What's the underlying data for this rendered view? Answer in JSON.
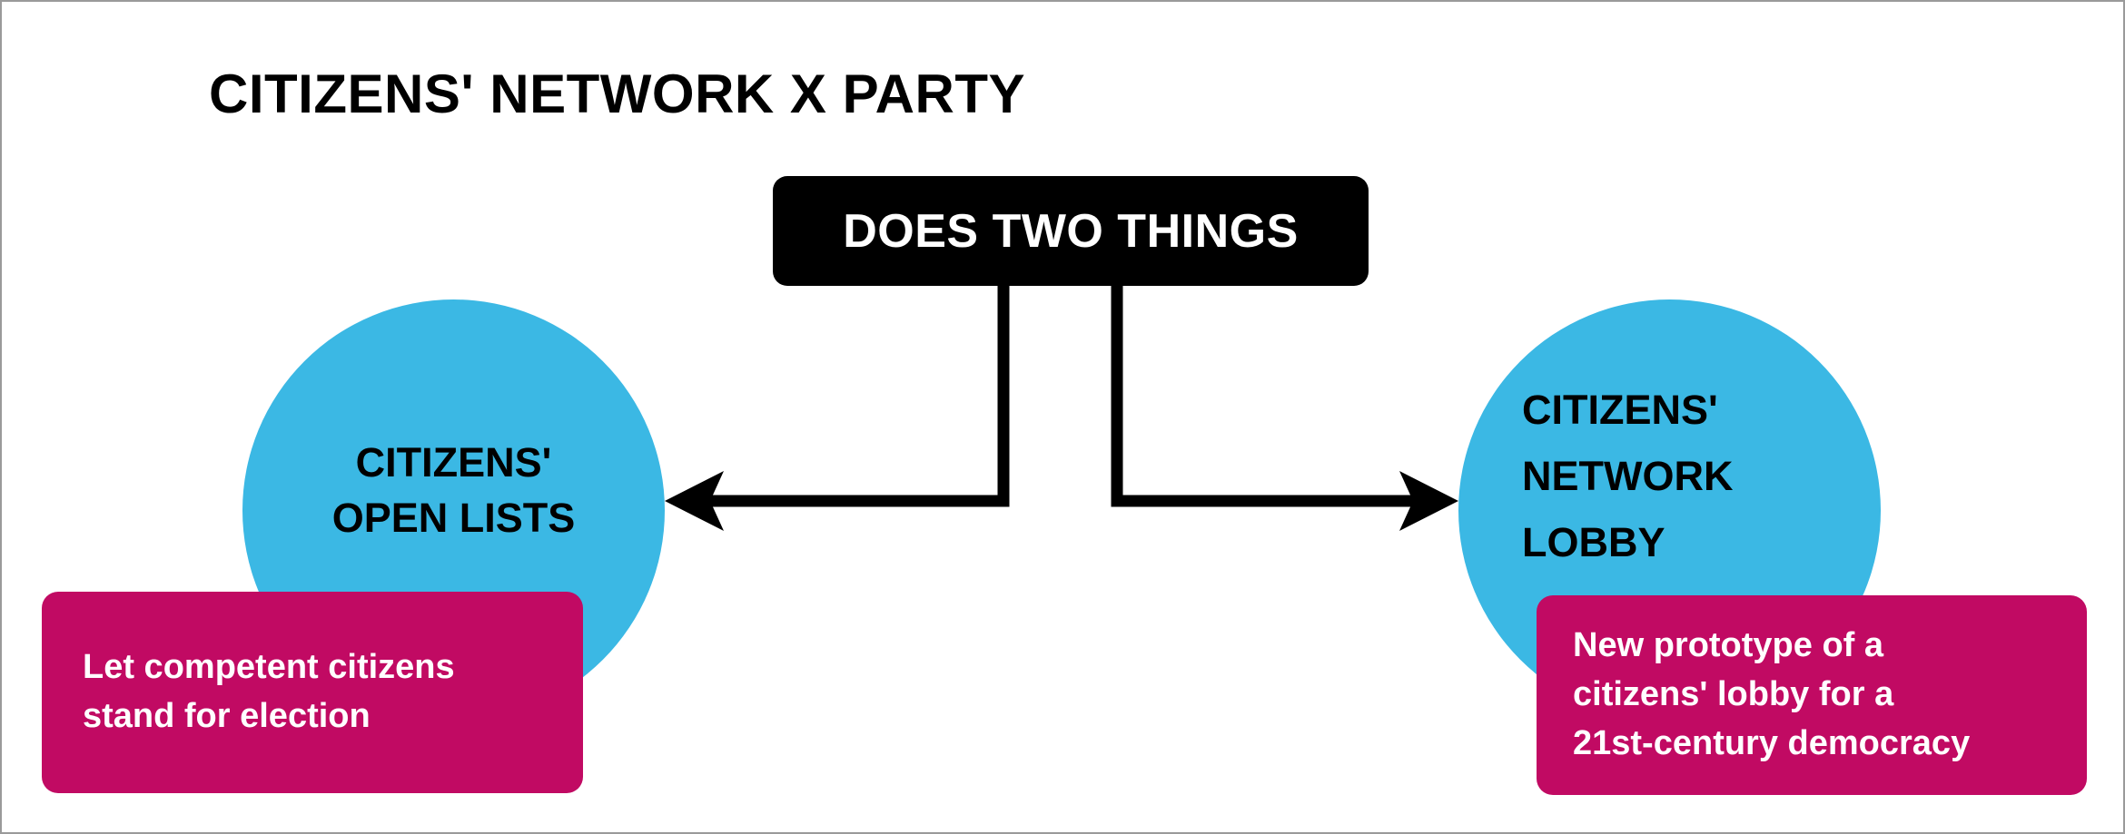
{
  "diagram": {
    "title": "CITIZENS' NETWORK X PARTY",
    "hub": {
      "label": "DOES TWO THINGS"
    },
    "branches": [
      {
        "id": "left",
        "circle_label": "CITIZENS'\nOPEN LISTS",
        "caption": "Let competent citizens\nstand for election",
        "arrow_direction": "left"
      },
      {
        "id": "right",
        "circle_label": "CITIZENS'\nNETWORK\nLOBBY",
        "caption": "New prototype of a\ncitizens' lobby for a\n21st-century democracy",
        "arrow_direction": "right"
      }
    ],
    "colors": {
      "circle_blue": "#3BB8E4",
      "caption_magenta": "#C10A63",
      "hub_black": "#000000",
      "text_on_dark": "#ffffff",
      "text_on_light": "#000000",
      "page_background": "#ffffff",
      "frame_border": "#9a9a9a"
    }
  }
}
